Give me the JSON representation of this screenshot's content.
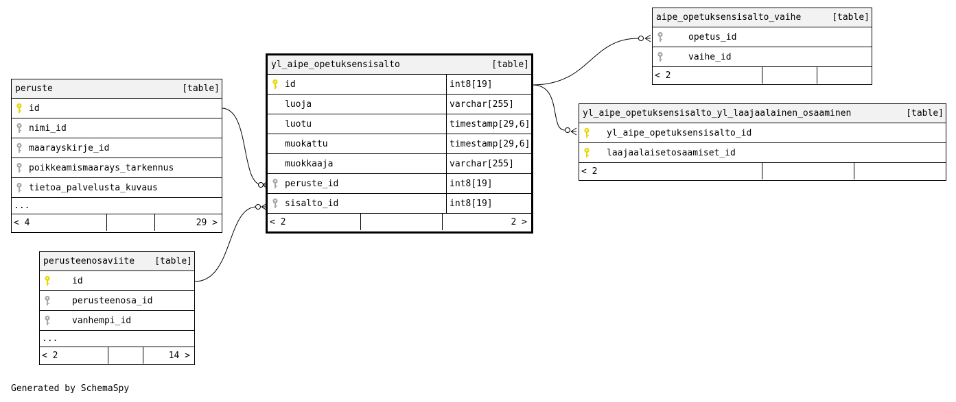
{
  "tables": {
    "peruste": {
      "name": "peruste",
      "kind": "[table]",
      "rows": [
        {
          "name": "id",
          "key": "primary"
        },
        {
          "name": "nimi_id",
          "key": "foreign"
        },
        {
          "name": "maarayskirje_id",
          "key": "foreign"
        },
        {
          "name": "poikkeamismaarays_tarkennus",
          "key": "foreign"
        },
        {
          "name": "tietoa_palvelusta_kuvaus",
          "key": "foreign"
        }
      ],
      "more": "...",
      "footer": {
        "left": "< 4",
        "middle": "",
        "right": "29 >"
      }
    },
    "perusteenosaviite": {
      "name": "perusteenosaviite",
      "kind": "[table]",
      "rows": [
        {
          "name": "id",
          "key": "primary"
        },
        {
          "name": "perusteenosa_id",
          "key": "foreign"
        },
        {
          "name": "vanhempi_id",
          "key": "foreign"
        }
      ],
      "more": "...",
      "footer": {
        "left": "< 2",
        "middle": "",
        "right": "14 >"
      }
    },
    "main": {
      "name": "yl_aipe_opetuksensisalto",
      "kind": "[table]",
      "rows": [
        {
          "name": "id",
          "type": "int8[19]",
          "key": "primary"
        },
        {
          "name": "luoja",
          "type": "varchar[255]",
          "key": "none"
        },
        {
          "name": "luotu",
          "type": "timestamp[29,6]",
          "key": "none"
        },
        {
          "name": "muokattu",
          "type": "timestamp[29,6]",
          "key": "none"
        },
        {
          "name": "muokkaaja",
          "type": "varchar[255]",
          "key": "none"
        },
        {
          "name": "peruste_id",
          "type": "int8[19]",
          "key": "foreign"
        },
        {
          "name": "sisalto_id",
          "type": "int8[19]",
          "key": "foreign"
        }
      ],
      "footer": {
        "left": "< 2",
        "middle": "",
        "right": "2 >"
      }
    },
    "vaihe": {
      "name": "aipe_opetuksensisalto_vaihe",
      "kind": "[table]",
      "rows": [
        {
          "name": "opetus_id",
          "key": "foreign"
        },
        {
          "name": "vaihe_id",
          "key": "foreign"
        }
      ],
      "footer": {
        "left": "< 2",
        "middle": "",
        "right": ""
      }
    },
    "laaja": {
      "name": "yl_aipe_opetuksensisalto_yl_laajaalainen_osaaminen",
      "kind": "[table]",
      "rows": [
        {
          "name": "yl_aipe_opetuksensisalto_id",
          "key": "primary"
        },
        {
          "name": "laajaalaisetosaamiset_id",
          "key": "primary"
        }
      ],
      "footer": {
        "left": "< 2",
        "middle": "",
        "right": ""
      }
    }
  },
  "colors": {
    "primary_key": "#e5d800",
    "foreign_key": "#a8a8a8",
    "header_bg": "#f2f2f2"
  },
  "generated_by": "Generated by SchemaSpy"
}
